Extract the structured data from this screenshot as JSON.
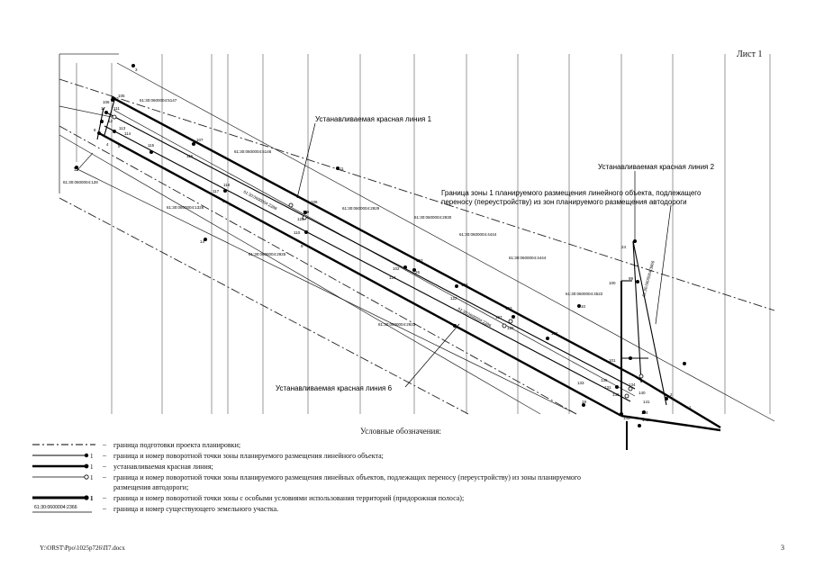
{
  "sheet_label": "Лист 1",
  "callouts": {
    "red_line_1": "Устанавливаемая красная линия 1",
    "red_line_2": "Устанавливаемая красная линия 2",
    "red_line_6": "Устанавливаемая красная линия 6",
    "zone_border_line1": "Граница зоны 1  планируемого размещения линейного объекта, подлежащего",
    "zone_border_line2": "переносу (переустройству) из зон планируемого размещения автодороги"
  },
  "parcels": {
    "p5147": "61:30:0600004:5147",
    "p5146": "61:30:0600004:5146",
    "p1326": "61:30:0600004:1326",
    "p2288": "61:30:0600004:2288",
    "p2929": "61:30:0600004:2929",
    "p2930": "61:30:0600004:2930",
    "p2925": "61:30:0600004:2925",
    "p4444a": "61:30:0600004:4444",
    "p4444b": "61:30:0600004:4444",
    "p2286": "61:30:0600004:2286",
    "p4522": "61:30:0600004:4522",
    "p2923": "61:30:0600004:2923",
    "p3866": "61:30:0600004:3866",
    "p128": "61:30:0600004:128"
  },
  "points": {
    "n3": "3",
    "n105": "105",
    "n106a": "106",
    "n111": "111",
    "n17": "17",
    "n12": "12",
    "n8": "8",
    "n113": "113",
    "n114": "114",
    "n4": "4",
    "n5": "5",
    "n115": "115",
    "n107": "107",
    "n116": "116",
    "n11": "11",
    "n13": "13",
    "n118": "118",
    "n117": "117",
    "n6": "6",
    "n7": "7",
    "n14": "14",
    "n106b": "106",
    "n119": "119",
    "n120": "120",
    "n110": "110",
    "n9": "9",
    "n103": "103",
    "n26": "26",
    "n102": "102",
    "n124": "124",
    "n122": "122",
    "n104": "104",
    "n123": "123",
    "n127": "127",
    "n126": "126",
    "n132": "132",
    "n24": "24",
    "n100": "100",
    "n99": "99",
    "n101": "101",
    "n10": "10",
    "n133": "133",
    "n135": "135",
    "n131": "131",
    "n130": "130",
    "n134": "134",
    "n2": "2",
    "n1": "1",
    "n144": "144",
    "n145": "145",
    "n143": "143",
    "n141": "141",
    "n140": "140",
    "n19": "19"
  },
  "legend": {
    "title": "Условные обозначения:",
    "dash": "–",
    "items": [
      {
        "text": "граница подготовки проекта планировки;"
      },
      {
        "marker": "1",
        "text": "граница и номер поворотной точки зоны планируемого размещения линейного объекта;"
      },
      {
        "marker": "1",
        "text": "устанавливаемая красная линия;"
      },
      {
        "marker": "1",
        "text": "граница и номер поворотной точки зоны планируемого размещения линейных объектов, подлежащих переносу (переустройству) из зоны планируемого"
      },
      {
        "text": "размещения автодороги;"
      },
      {
        "marker": "1",
        "text": "граница и номер поворотной точки зоны с особыми условиями использования территорий (придорожная полоса);"
      },
      {
        "sample": "61:30:0600004:2366",
        "text": "граница и номер существующего земельного участка."
      }
    ]
  },
  "footer": {
    "path": "Y:\\ORST\\Ppo\\1025p726\\П7.docx",
    "page": "3"
  }
}
